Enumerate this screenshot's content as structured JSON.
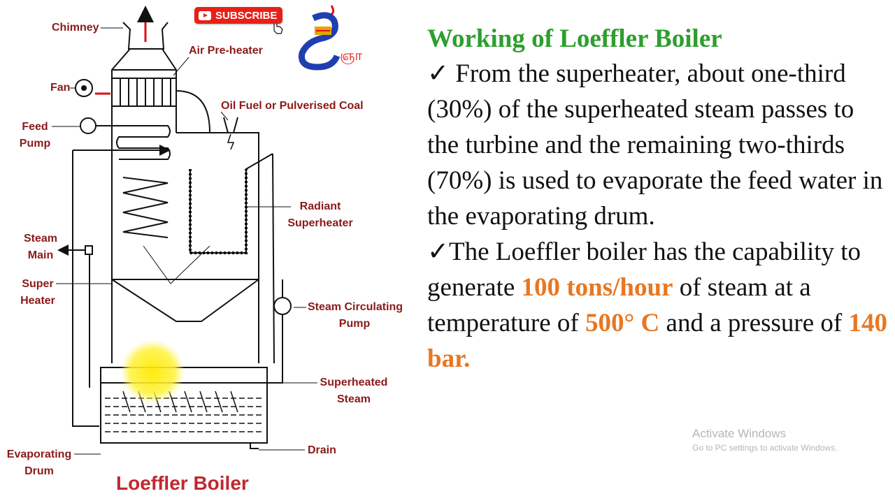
{
  "diagram": {
    "title": "Loeffler Boiler",
    "labels": {
      "chimney": "Chimney",
      "air_preheater": "Air Pre-heater",
      "fan": "Fan",
      "oil_fuel": "Oil Fuel or Pulverised Coal",
      "feed_pump_1": "Feed",
      "feed_pump_2": "Pump",
      "radiant_superheater_1": "Radiant",
      "radiant_superheater_2": "Superheater",
      "steam_main_1": "Steam",
      "steam_main_2": "Main",
      "super_heater_1": "Super",
      "super_heater_2": "Heater",
      "steam_circulating_pump_1": "Steam Circulating",
      "steam_circulating_pump_2": "Pump",
      "superheated_steam_1": "Superheated",
      "superheated_steam_2": "Steam",
      "evaporating_drum_1": "Evaporating",
      "evaporating_drum_2": "Drum",
      "drain": "Drain"
    }
  },
  "subscribe_label": "SUBSCRIBE",
  "logo_icon": "channel-logo-icon",
  "panel": {
    "title": "Working of Loeffler Boiler",
    "check": "✓",
    "p1_a": "From the superheater, about one-third (30%) of the superheated steam passes to the turbine and the remaining two-thirds (70%) is used to evaporate the feed water in the evaporating drum.",
    "p2_a": "The Loeffler boiler has the capability to generate ",
    "p2_hl1": "100 tons/hour",
    "p2_b": " of steam at a temperature of ",
    "p2_hl2": "500° C",
    "p2_c": " and a pressure of ",
    "p2_hl3": "140 bar."
  },
  "watermark": {
    "line1": "Activate Windows",
    "line2": "Go to PC settings to activate Windows."
  },
  "colors": {
    "label": "#8b1a1a",
    "title_green": "#2e9e2e",
    "highlight_orange": "#e87722",
    "diagram_title": "#c0282f",
    "subscribe_red": "#e62117"
  }
}
